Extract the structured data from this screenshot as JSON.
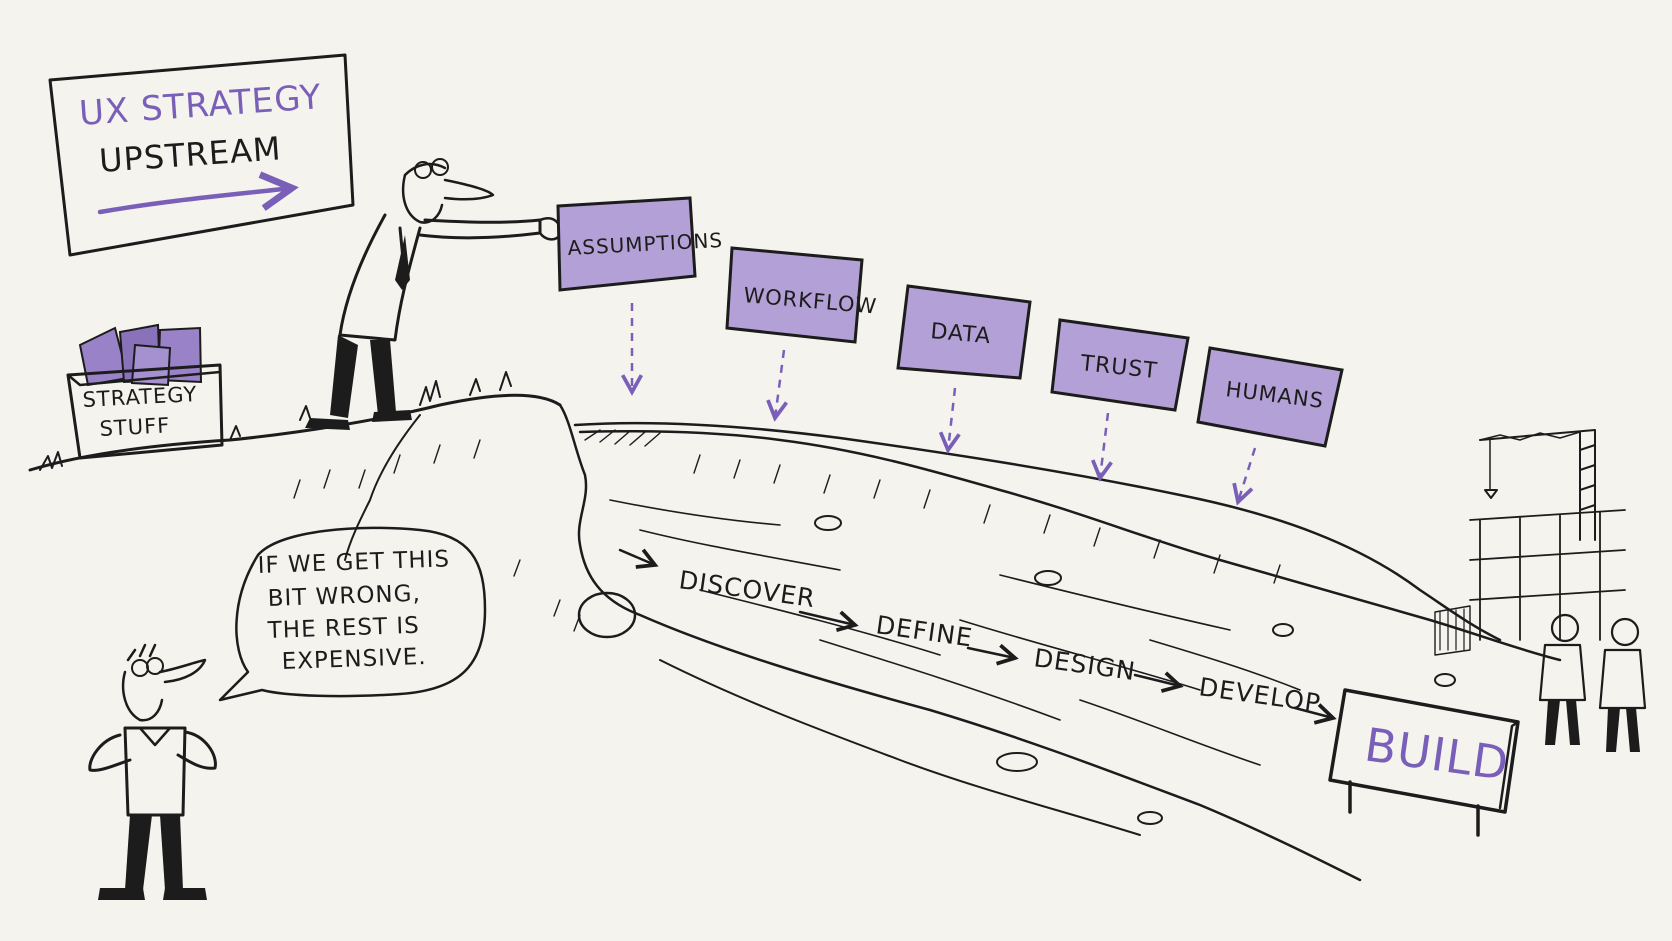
{
  "sign": {
    "title": "UX STRATEGY",
    "subtitle": "UPSTREAM"
  },
  "box_label_line1": "STRATEGY",
  "box_label_line2": "STUFF",
  "speech": {
    "line1": "IF WE GET THIS",
    "line2": "BIT WRONG,",
    "line3": "THE REST IS",
    "line4": "EXPENSIVE."
  },
  "cards": [
    {
      "label": "ASSUMPTIONS"
    },
    {
      "label": "WORKFLOW"
    },
    {
      "label": "DATA"
    },
    {
      "label": "TRUST"
    },
    {
      "label": "HUMANS"
    }
  ],
  "stages": [
    {
      "label": "DISCOVER"
    },
    {
      "label": "DEFINE"
    },
    {
      "label": "DESIGN"
    },
    {
      "label": "DEVELOP"
    }
  ],
  "build_label": "BUILD",
  "colors": {
    "ink": "#1c1c1c",
    "purple": "#7a5fb8",
    "card_fill": "#b3a0d6",
    "background": "#f4f3ee"
  }
}
